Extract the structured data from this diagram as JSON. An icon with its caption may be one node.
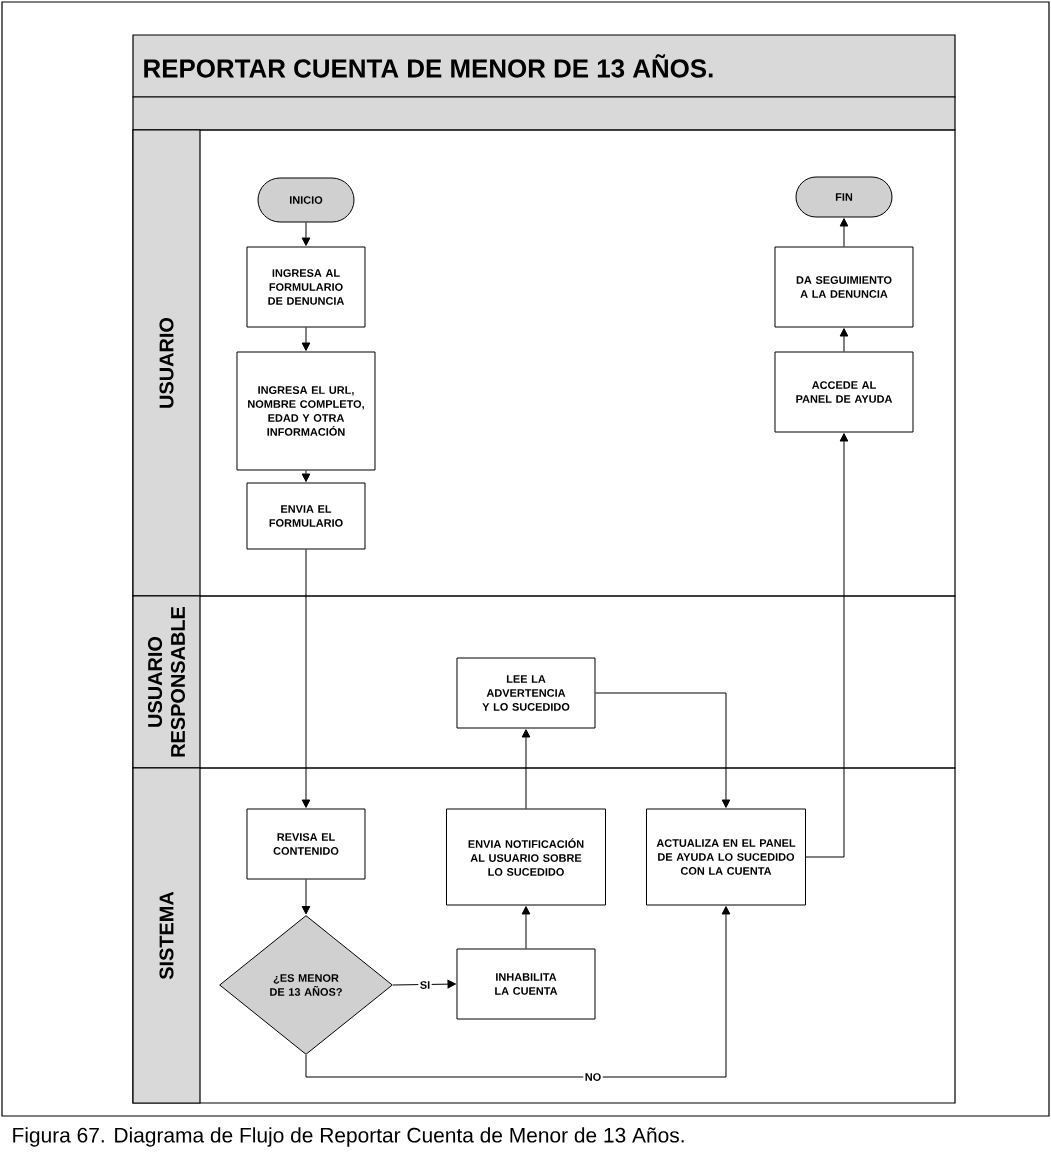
{
  "diagram": {
    "title": "REPORTAR CUENTA DE MENOR DE 13 AÑOS.",
    "caption": "Figura 67. Diagrama de Flujo de Reportar Cuenta de Menor de 13 Años.",
    "nodes": [
      {
        "text": [
          "USUARIO"
        ]
      },
      {
        "text": [
          "INICIO"
        ],
        "in": 0
      },
      {
        "text": [
          "INGRESA AL FORMULARIO DE DENUNCIA"
        ],
        "in": 0
      },
      {
        "text": [
          "INGRESA EL URL, NOMBRE COMPLETO, EDAD Y OTRA INFORMACIÓN"
        ],
        "in": 0
      },
      {
        "text": [
          "ENVIA EL FORMULARIO"
        ],
        "in": 0
      },
      {
        "text": [
          "FIN"
        ],
        "in": 0
      },
      {
        "text": [
          "DA SEGUIMIENTO A LA DENUNCIA"
        ],
        "in": 0
      },
      {
        "text": [
          "ACCEDE AL PANEL DE AYUDA"
        ],
        "in": 0
      },
      {
        "text": [
          "USUARIO RESPONSABLE"
        ]
      },
      {
        "text": [
          "LEE LA ADVERTENCIA Y LO SUCEDIDO"
        ],
        "in": 8
      },
      {
        "text": [
          "SISTEMA"
        ]
      },
      {
        "text": [
          "REVISA EL CONTENIDO"
        ],
        "in": 10
      },
      {
        "text": [
          "¿ES MENOR DE 13 AÑOS?"
        ],
        "in": 10
      },
      {
        "text": [
          "INHABILITA LA CUENTA"
        ],
        "in": 10
      },
      {
        "text": [
          "ENVIA NOTIFICACIÓN AL USUARIO SOBRE LO SUCEDIDO"
        ],
        "in": 10
      },
      {
        "text": [
          "ACTUALIZA EN EL PANEL DE AYUDA LO SUCEDIDO CON LA CUENTA"
        ],
        "in": 10
      }
    ],
    "edges": [
      {
        "from": 1,
        "to": 2,
        "arrow": "to"
      },
      {
        "from": 2,
        "to": 3,
        "arrow": "to"
      },
      {
        "from": 3,
        "to": 4,
        "arrow": "to"
      },
      {
        "from": 4,
        "to": 11,
        "arrow": "to"
      },
      {
        "from": 11,
        "to": 12,
        "arrow": "to"
      },
      {
        "from": 12,
        "to": 13,
        "arrow": "to",
        "label": "SI"
      },
      {
        "from": 13,
        "to": 14,
        "arrow": "to"
      },
      {
        "from": 14,
        "to": 9,
        "arrow": "to"
      },
      {
        "from": 9,
        "to": 15,
        "arrow": "to"
      },
      {
        "from": 12,
        "to": 15,
        "arrow": "to",
        "label": "NO"
      },
      {
        "from": 15,
        "to": 7,
        "arrow": "to"
      },
      {
        "from": 7,
        "to": 6,
        "arrow": "to"
      },
      {
        "from": 6,
        "to": 5,
        "arrow": "to"
      }
    ]
  }
}
